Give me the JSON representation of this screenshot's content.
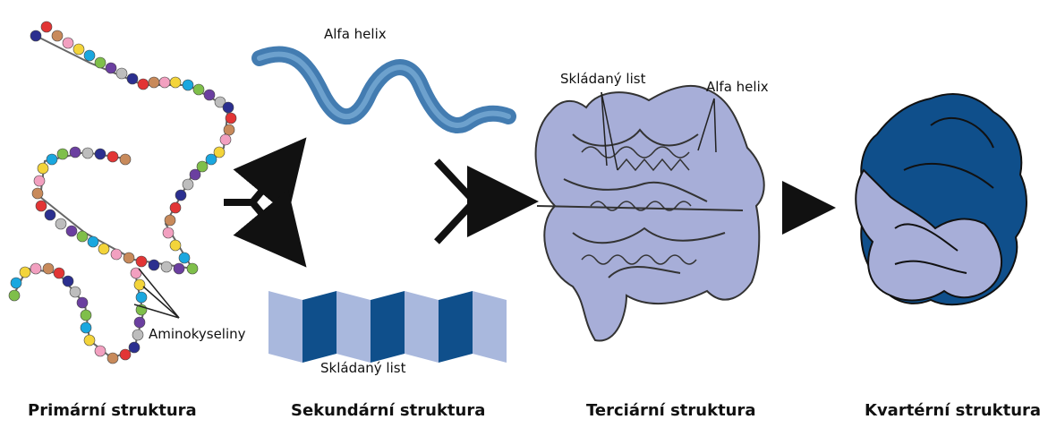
{
  "labels": {
    "alpha_top": "Alfa helix",
    "sheet_bottom": "Skládaný list",
    "tert_sheet": "Skládaný list",
    "tert_alpha": "Alfa helix",
    "amino": "Aminokyseliny"
  },
  "captions": {
    "primary": "Primární struktura",
    "secondary": "Sekundární struktura",
    "tertiary": "Terciární struktura",
    "quaternary": "Kvartérní struktura"
  },
  "colors": {
    "protein_light": "#a7aed8",
    "protein_dark": "#0f4f8b",
    "helix_blue": "#2f6ea8",
    "sheet_light": "#a9b8dd",
    "sheet_dark": "#0f4f8b",
    "bead_palette": [
      "#2b2f8f",
      "#e23535",
      "#c88a5b",
      "#f2a0c0",
      "#f3d43a",
      "#1aa7df",
      "#7fbf4a",
      "#6b3fa0",
      "#bdbdbd"
    ]
  }
}
